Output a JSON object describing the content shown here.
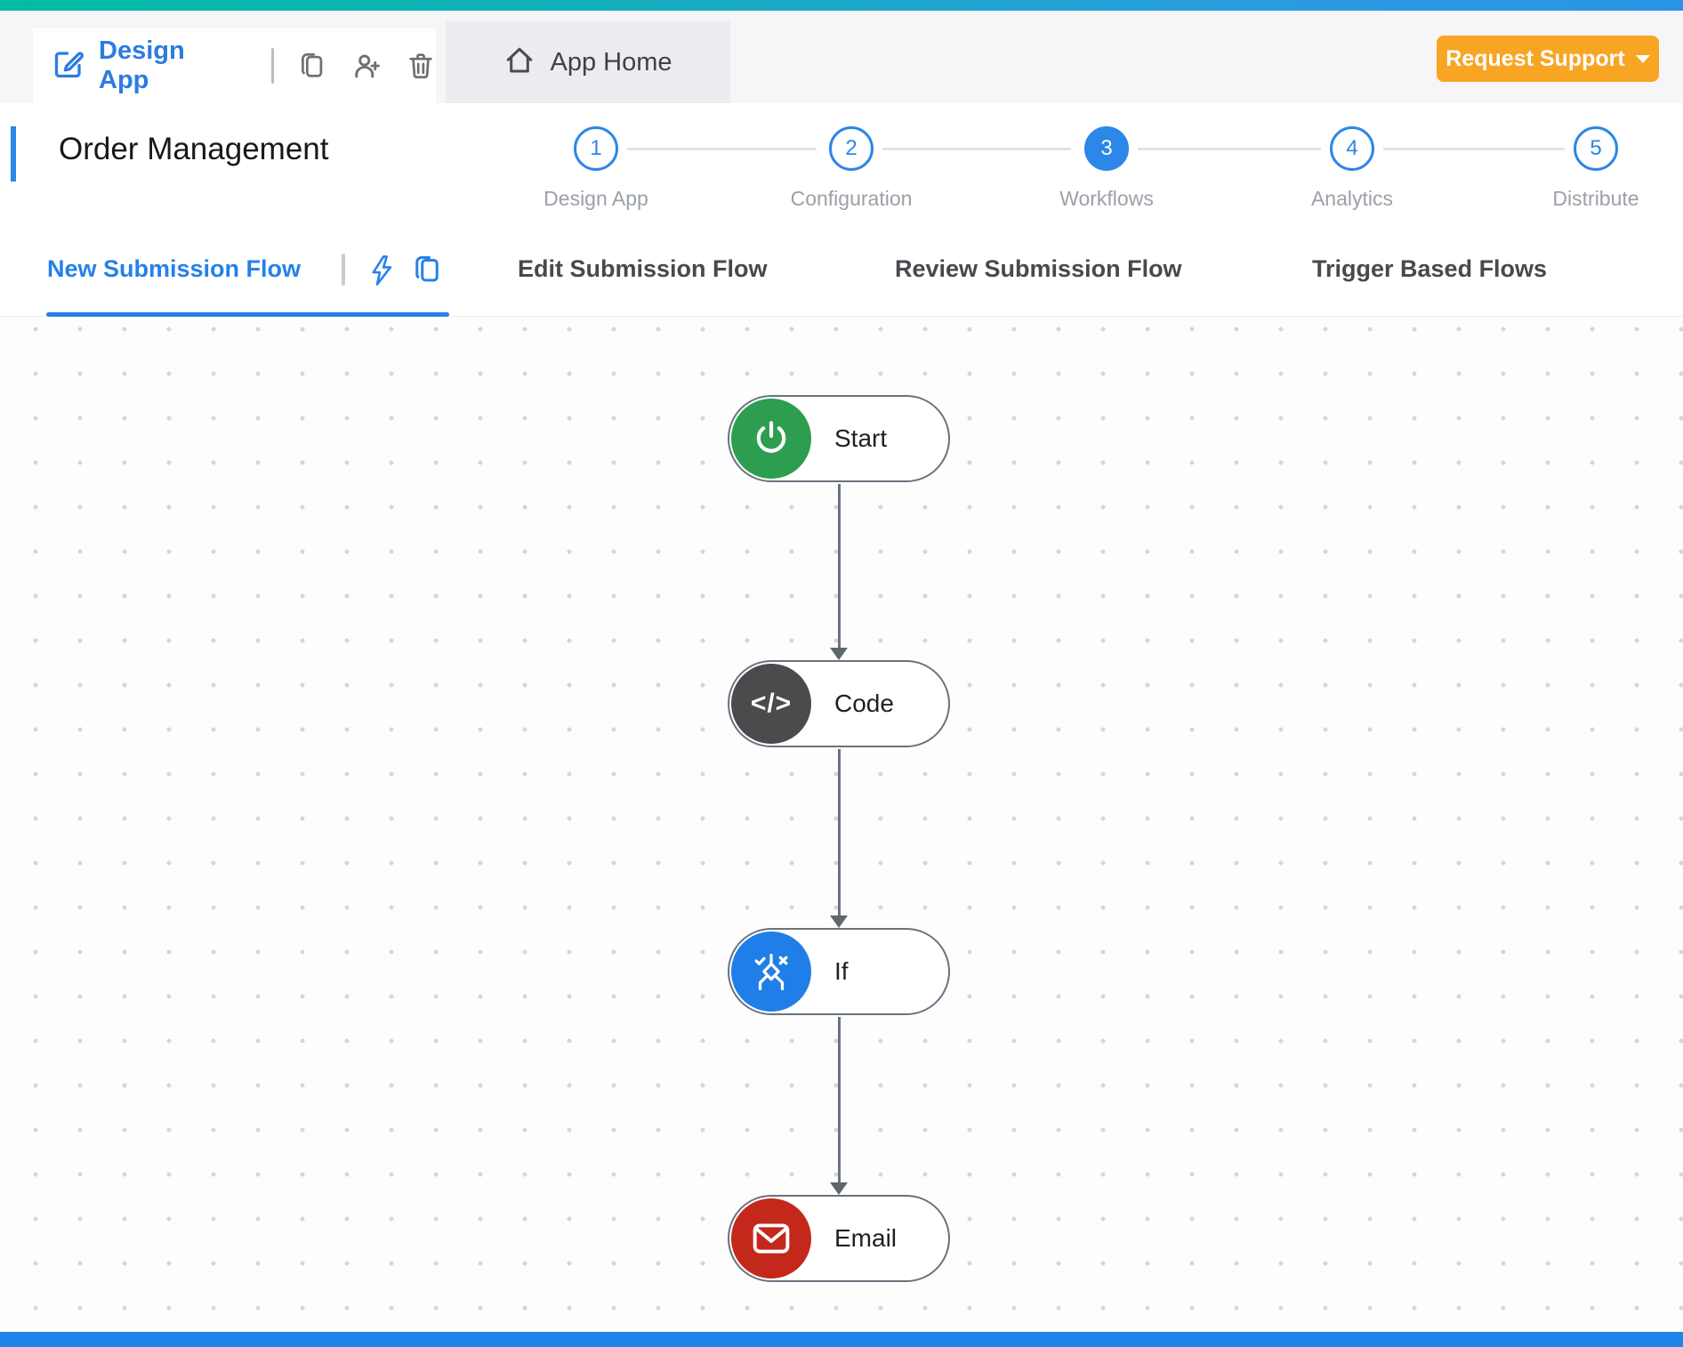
{
  "header": {
    "design_app_label": "Design App",
    "app_home_label": "App Home",
    "request_support_label": "Request Support"
  },
  "page": {
    "title": "Order Management"
  },
  "stepper": {
    "active_step": 3,
    "steps": [
      {
        "num": "1",
        "label": "Design App"
      },
      {
        "num": "2",
        "label": "Configuration"
      },
      {
        "num": "3",
        "label": "Workflows"
      },
      {
        "num": "4",
        "label": "Analytics"
      },
      {
        "num": "5",
        "label": "Distribute"
      }
    ]
  },
  "tabs": {
    "items": [
      {
        "label": "New Submission Flow",
        "active": true
      },
      {
        "label": "Edit Submission Flow",
        "active": false
      },
      {
        "label": "Review Submission Flow",
        "active": false
      },
      {
        "label": "Trigger Based Flows",
        "active": false
      }
    ]
  },
  "workflow": {
    "nodes": [
      {
        "label": "Start",
        "icon": "power-icon",
        "color": "#2D9E4F"
      },
      {
        "label": "Code",
        "icon": "code-icon",
        "color": "#4B4B4E",
        "code_glyph": "</>"
      },
      {
        "label": "If",
        "icon": "branch-icon",
        "color": "#1F7EE8"
      },
      {
        "label": "Email",
        "icon": "envelope-icon",
        "color": "#C3281B"
      }
    ]
  },
  "colors": {
    "accent_blue": "#2680EB",
    "stepper_blue": "#2B87E8",
    "support_orange": "#F8A524",
    "gradient_left": "#00BDA4",
    "gradient_right": "#2A93E6",
    "node_border": "#68737E",
    "canvas_dot": "#D6D6D8",
    "bottom_bar_blue": "#2085E8"
  }
}
